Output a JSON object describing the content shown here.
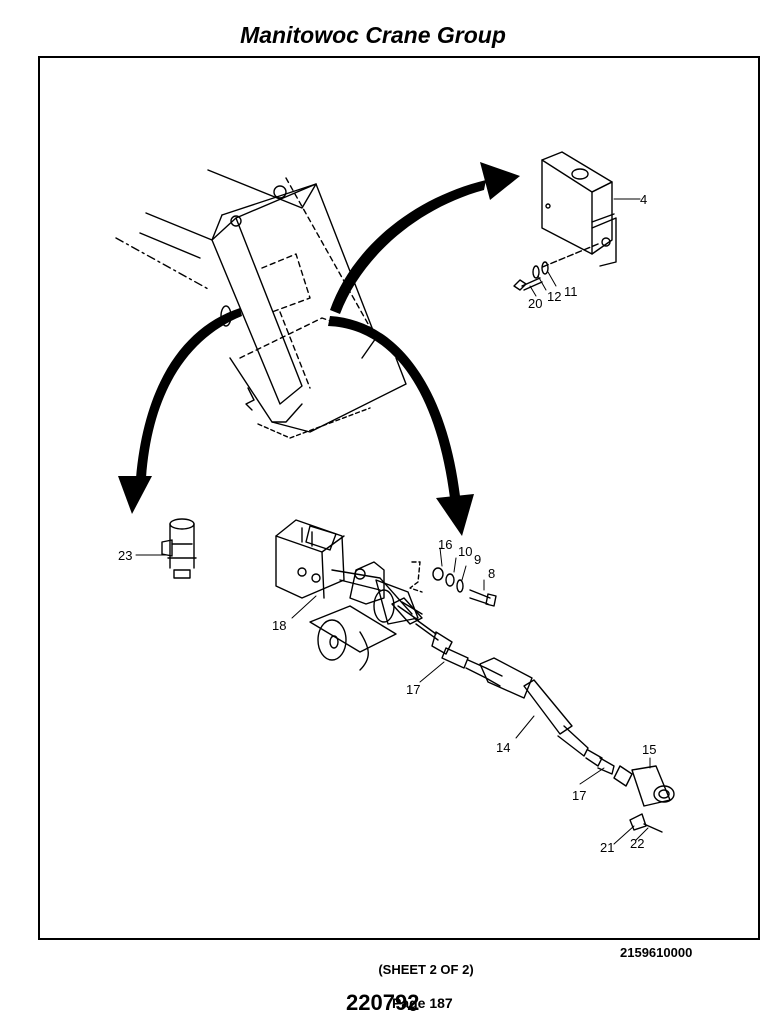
{
  "header": {
    "title": "Manitowoc Crane Group"
  },
  "drawing": {
    "callouts": [
      "4",
      "20",
      "12",
      "11",
      "23",
      "16",
      "10",
      "9",
      "8",
      "18",
      "17",
      "14",
      "15",
      "17",
      "21",
      "22"
    ]
  },
  "footer": {
    "part_number": "2159610000",
    "sheet": "(SHEET 2 OF 2)",
    "code": "220792",
    "page": "Page 187"
  }
}
